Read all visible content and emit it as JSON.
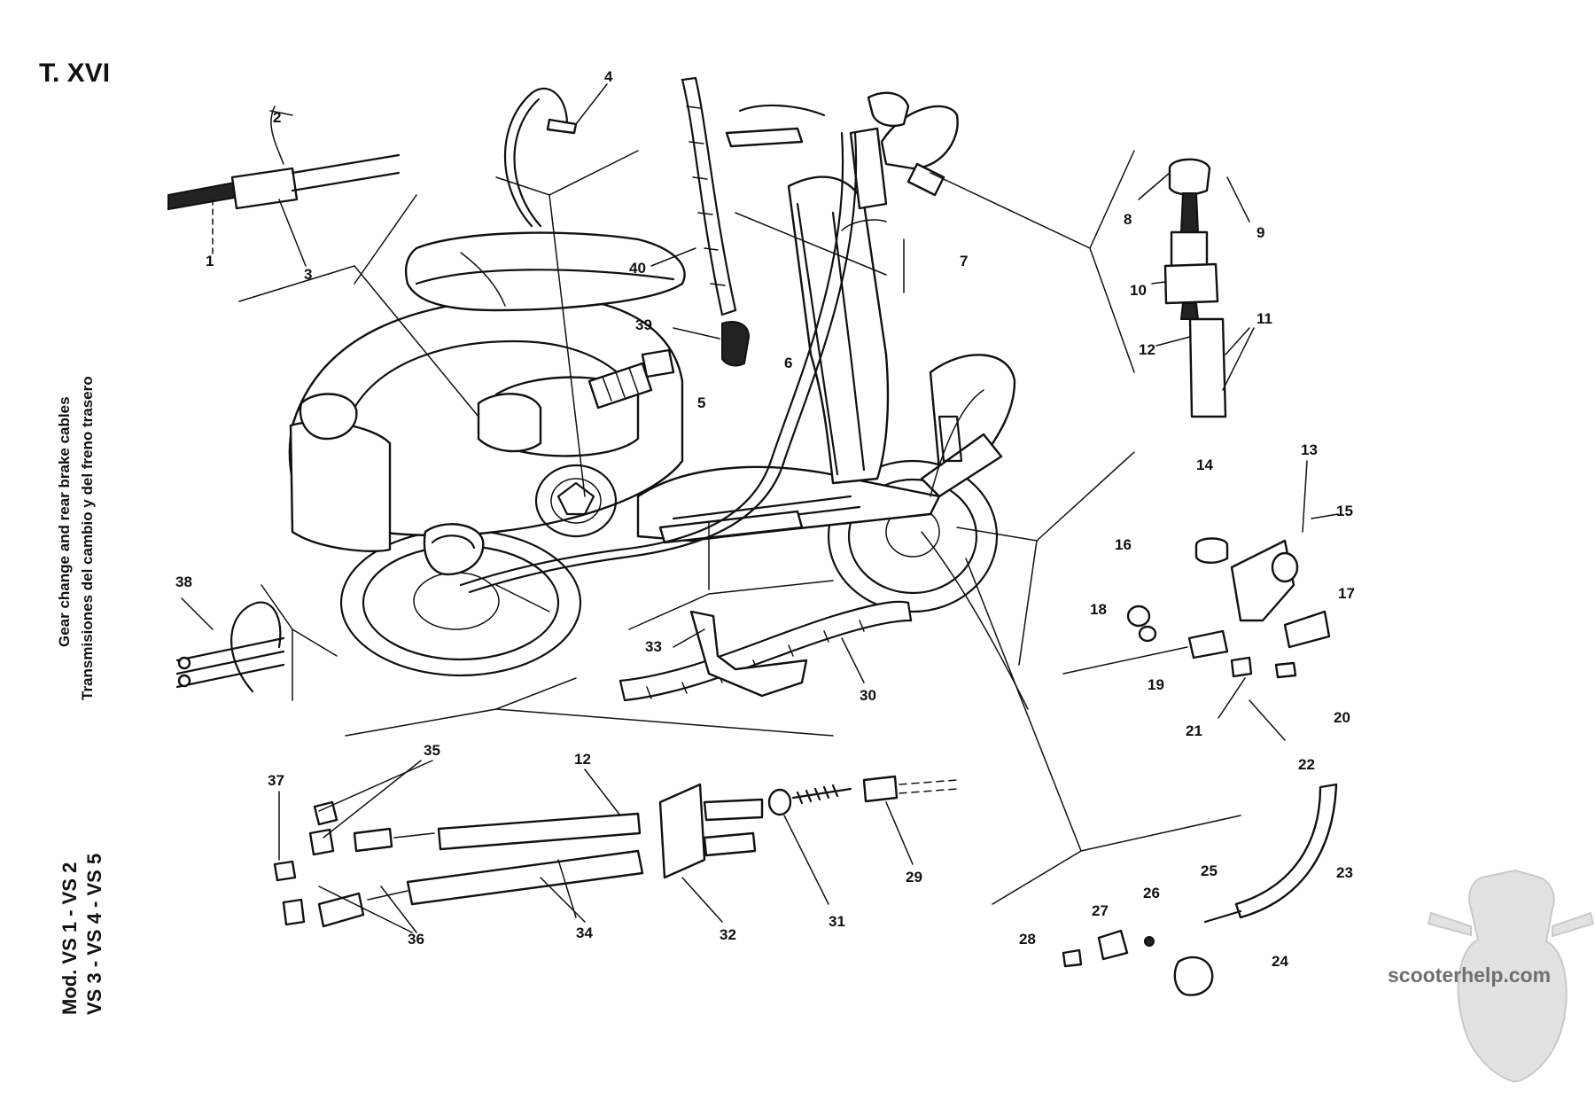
{
  "plate_label": "T. XVI",
  "side_title_en": "Gear change and rear brake cables",
  "side_title_es": "Transmisiones del cambio y del freno trasero",
  "model_line_1": "Mod. VS 1 - VS 2",
  "model_line_2": "VS 3 - VS 4 - VS 5",
  "watermark_text": "scooterhelp.com",
  "part_numbers": [
    "1",
    "2",
    "3",
    "4",
    "5",
    "6",
    "7",
    "8",
    "9",
    "10",
    "11",
    "12",
    "12",
    "13",
    "14",
    "15",
    "16",
    "17",
    "18",
    "19",
    "20",
    "21",
    "22",
    "23",
    "24",
    "25",
    "26",
    "27",
    "28",
    "29",
    "30",
    "31",
    "32",
    "33",
    "34",
    "35",
    "36",
    "37",
    "38",
    "39",
    "40"
  ]
}
